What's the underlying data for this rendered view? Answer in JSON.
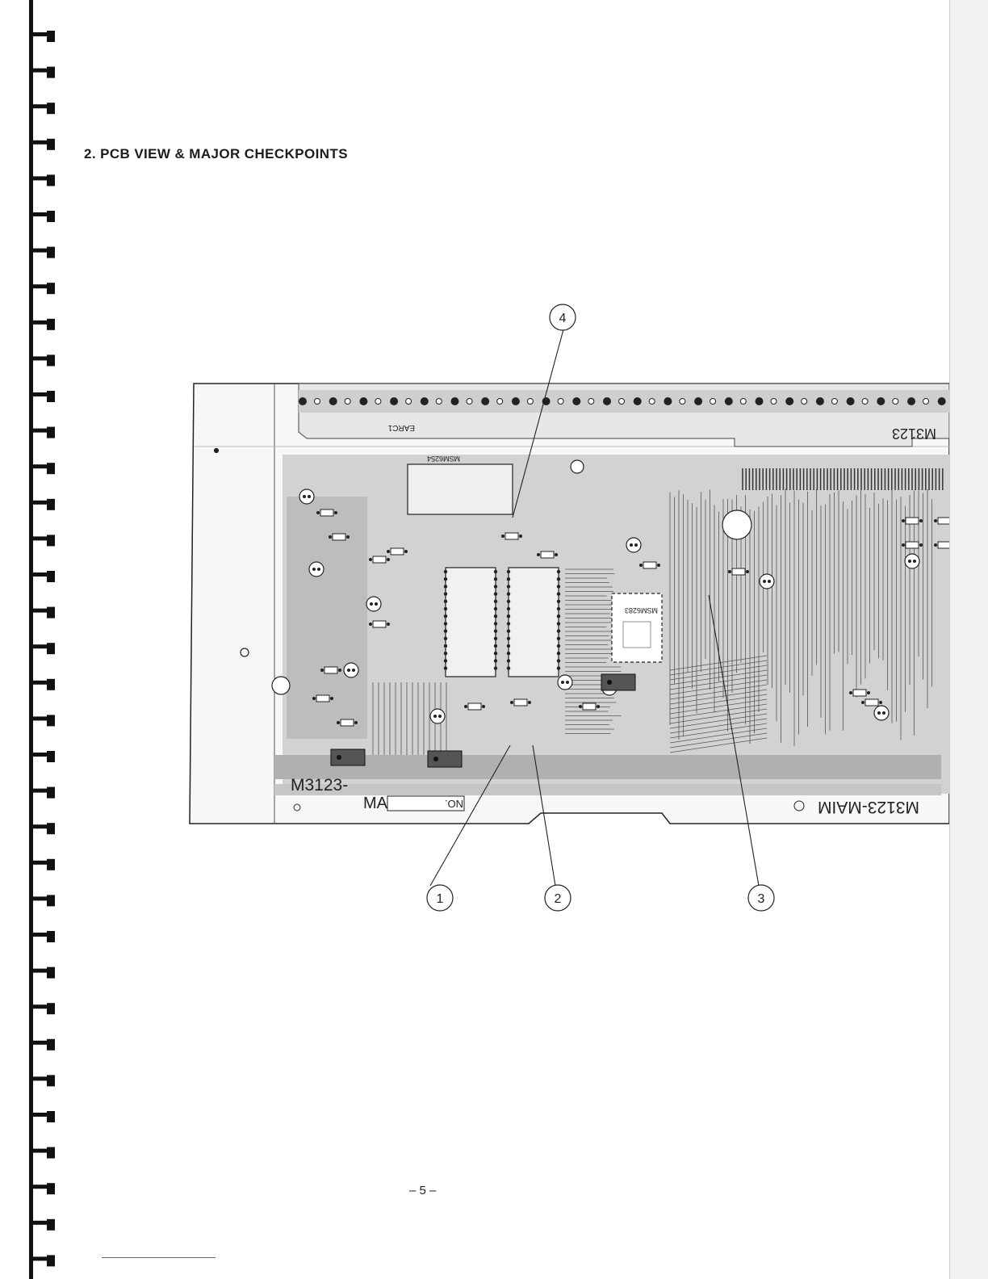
{
  "section": {
    "heading": "2. PCB VIEW & MAJOR CHECKPOINTS"
  },
  "figure": {
    "callouts": [
      "1",
      "2",
      "3",
      "4"
    ],
    "board_marking_left": "M3123-",
    "board_marking_left_2": "MAIM",
    "board_marking_right": "M3123-MAIM",
    "board_marking_top": "M3123",
    "chip_label": "MSM6283",
    "chip_label_2": "MSM6254",
    "connector_label": "NO.",
    "polarity_label": "EARC1"
  },
  "footer": {
    "page_number": "– 5 –"
  }
}
